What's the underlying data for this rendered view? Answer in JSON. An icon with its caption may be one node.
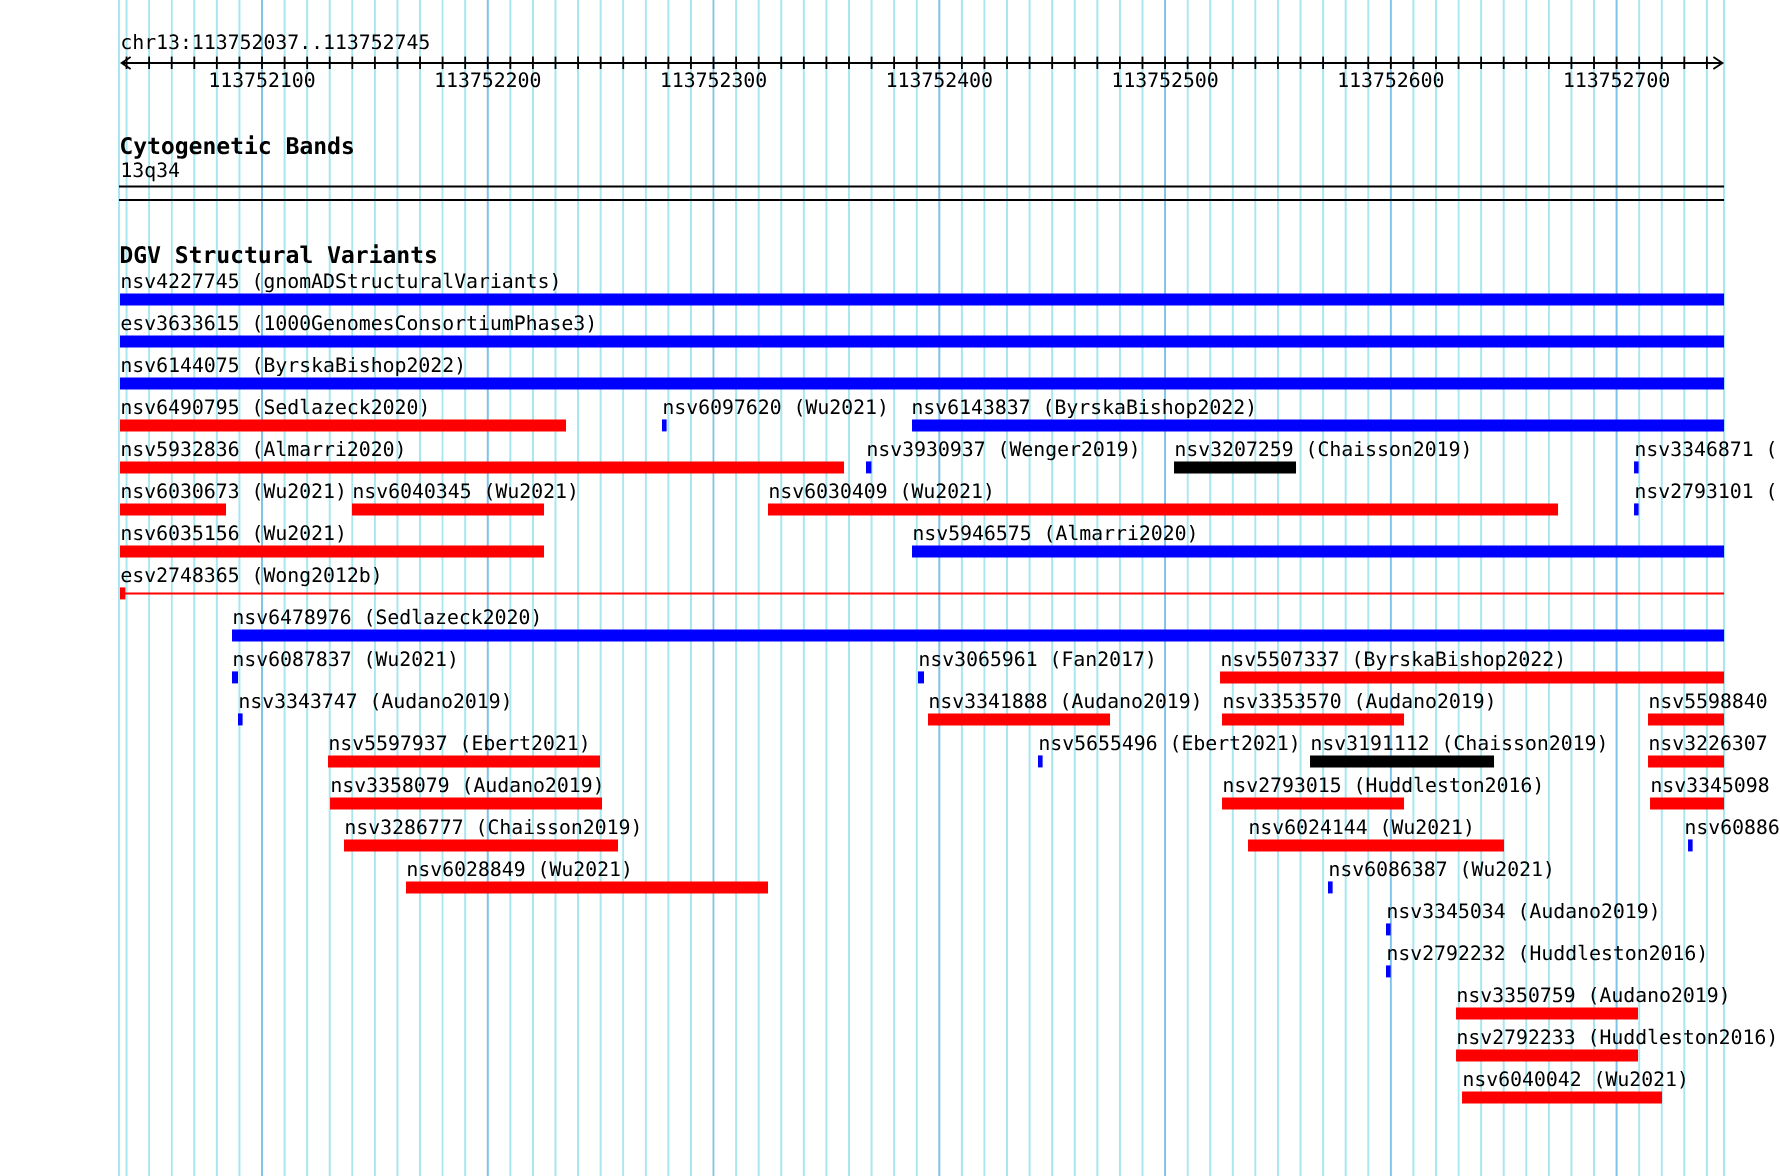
{
  "diagram": {
    "nodes": [
      {
        "text": [
          "nsv4227745 (gnomADStructuralVariants)"
        ]
      },
      {
        "text": [
          "esv3633615 (1000GenomesConsortiumPhase3)"
        ]
      },
      {
        "text": [
          "nsv6144075 (ByrskaBishop2022)"
        ]
      },
      {
        "text": [
          "nsv6490795 (Sedlazeck2020)"
        ]
      },
      {
        "text": [
          "nsv6097620 (Wu2021)"
        ]
      },
      {
        "text": [
          "nsv6143837 (ByrskaBishop2022)"
        ]
      },
      {
        "text": [
          "nsv5932836 (Almarri2020)"
        ]
      },
      {
        "text": [
          "nsv3930937 (Wenger2019)"
        ]
      },
      {
        "text": [
          "nsv3207259 (Chaisson2019)"
        ]
      },
      {
        "text": [
          "nsv3346871 ("
        ]
      },
      {
        "text": [
          "nsv6030673 (Wu2021)"
        ]
      },
      {
        "text": [
          "nsv6040345 (Wu2021)"
        ]
      },
      {
        "text": [
          "nsv6030409 (Wu2021)"
        ]
      },
      {
        "text": [
          "nsv2793101 ("
        ]
      },
      {
        "text": [
          "nsv6035156 (Wu2021)"
        ]
      },
      {
        "text": [
          "nsv5946575 (Almarri2020)"
        ]
      },
      {
        "text": [
          "esv2748365 (Wong2012b)"
        ]
      },
      {
        "text": [
          "nsv6478976 (Sedlazeck2020)"
        ]
      },
      {
        "text": [
          "nsv6087837 (Wu2021)"
        ]
      },
      {
        "text": [
          "nsv3065961 (Fan2017)"
        ]
      },
      {
        "text": [
          "nsv5507337 (ByrskaBishop2022)"
        ]
      },
      {
        "text": [
          "nsv3343747 (Audano2019)"
        ]
      },
      {
        "text": [
          "nsv3341888 (Audano2019)"
        ]
      },
      {
        "text": [
          "nsv3353570 (Audano2019)"
        ]
      },
      {
        "text": [
          "nsv5598840"
        ]
      },
      {
        "text": [
          "nsv5597937 (Ebert2021)"
        ]
      },
      {
        "text": [
          "nsv5655496 (Ebert2021)"
        ]
      },
      {
        "text": [
          "nsv3191112 (Chaisson2019)"
        ]
      },
      {
        "text": [
          "nsv3226307"
        ]
      },
      {
        "text": [
          "nsv3358079 (Audano2019)"
        ]
      },
      {
        "text": [
          "nsv2793015 (Huddleston2016)"
        ]
      },
      {
        "text": [
          "nsv3345098"
        ]
      },
      {
        "text": [
          "nsv3286777 (Chaisson2019)"
        ]
      },
      {
        "text": [
          "nsv6024144 (Wu2021)"
        ]
      },
      {
        "text": [
          "nsv60886"
        ]
      },
      {
        "text": [
          "nsv6028849 (Wu2021)"
        ]
      },
      {
        "text": [
          "nsv6086387 (Wu2021)"
        ]
      },
      {
        "text": [
          "nsv3345034 (Audano2019)"
        ]
      },
      {
        "text": [
          "nsv2792232 (Huddleston2016)"
        ]
      },
      {
        "text": [
          "nsv3350759 (Audano2019)"
        ]
      },
      {
        "text": [
          "nsv2792233 (Huddleston2016)"
        ]
      },
      {
        "text": [
          "nsv6040042 (Wu2021)"
        ]
      }
    ],
    "labels": [
      "chr13:113752037..113752745",
      "113752100",
      "113752200",
      "113752300",
      "113752400",
      "113752500",
      "113752600",
      "113752700",
      "Cytogenetic Bands",
      "13q34",
      "DGV Structural Variants"
    ]
  }
}
